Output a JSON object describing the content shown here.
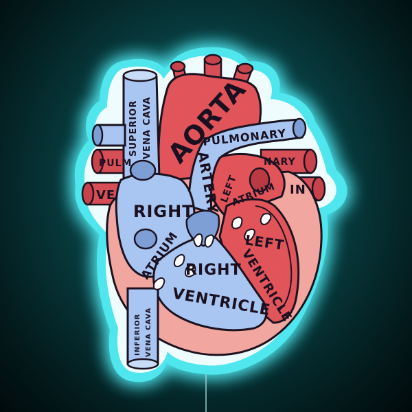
{
  "labels": {
    "superior_vena_cava_1": "SUPERIOR",
    "superior_vena_cava_2": "VENA CAVA",
    "aorta": "AORTA",
    "pulmonary_artery_1": "PULMONARY",
    "pulmonary_artery_2": "ARTERY",
    "pulm_left": "PULM",
    "ve_left": "VE",
    "nary_right": "NARY",
    "in_right": "IN",
    "left_atrium_1": "LEFT",
    "left_atrium_2": "ATRIUM",
    "right_atrium_1": "RIGHT",
    "right_atrium_2": "ATRIUM",
    "left_ventricle_1": "LEFT",
    "left_ventricle_2": "VENTRICLE",
    "right_ventricle_1": "RIGHT",
    "right_ventricle_2": "VENTRICLE",
    "inferior_vena_cava_1": "INFERIOR",
    "inferior_vena_cava_2": "VENA CAVA"
  },
  "colors": {
    "glow": "#4fe6ee",
    "border": "#e9fbff",
    "blue": "#a9c6f2",
    "blue_dark": "#7d9fd6",
    "red": "#e0545a",
    "red_dark": "#b93a42",
    "pink": "#f2a6a0",
    "outline": "#1b1220"
  }
}
